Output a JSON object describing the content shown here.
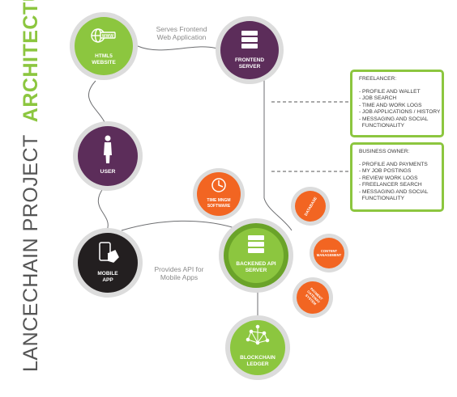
{
  "title": {
    "light": "LANCECHAIN PROJECT",
    "bold": "ARCHITECTURE"
  },
  "captions": {
    "serves": [
      "Serves Frontend",
      "Web Application"
    ],
    "provides": [
      "Provides API for",
      "Mobile Apps"
    ]
  },
  "nodes": {
    "website": [
      "HTML5",
      "WEBSITE"
    ],
    "frontend": [
      "FRONTEND",
      "SERVER"
    ],
    "user": [
      "USER"
    ],
    "mobile": [
      "MOBILE",
      "APP"
    ],
    "timemgmt": [
      "TIME MNGM",
      "SOFTWARE"
    ],
    "backend": [
      "BACKENED API",
      "SERVER"
    ],
    "blockchain": [
      "BLOCKCHAIN",
      "LEDGER"
    ],
    "database": [
      "DATABASE"
    ],
    "content": [
      "CONTENT",
      "MANAGEMENT"
    ],
    "payment": [
      "PAYMENT",
      "GATEWAY",
      "SYSTEM"
    ]
  },
  "panels": {
    "freelancer": {
      "title": "FREELANCER:",
      "items": [
        "- PROFILE AND WALLET",
        "- JOB SEARCH",
        "- TIME AND WORK LOGS",
        "- JOB APPLICATIONS / HISTORY",
        "- MESSAGING AND SOCIAL",
        "  FUNCTIONALITY"
      ]
    },
    "owner": {
      "title": "BUSINESS OWNER:",
      "items": [
        "- PROFILE AND PAYMENTS",
        "- MY JOB POSTINGS",
        "- REVIEW WORK LOGS",
        "- FREELANCER SEARCH",
        "- MESSAGING AND SOCIAL",
        "  FUNCTIONALITY"
      ]
    }
  },
  "icons": {
    "website": "globe-www-icon",
    "frontend": "server-stack-icon",
    "user": "person-icon",
    "mobile": "hand-phone-icon",
    "timemgmt": "clock-icon",
    "backend": "server-stack-icon",
    "blockchain": "network-graph-icon"
  },
  "colors": {
    "green": "#8cc63f",
    "green_dark": "#6aa329",
    "purple": "#5c2d5a",
    "black": "#231f20",
    "orange": "#f26522",
    "gray_line": "#6d6e71"
  }
}
